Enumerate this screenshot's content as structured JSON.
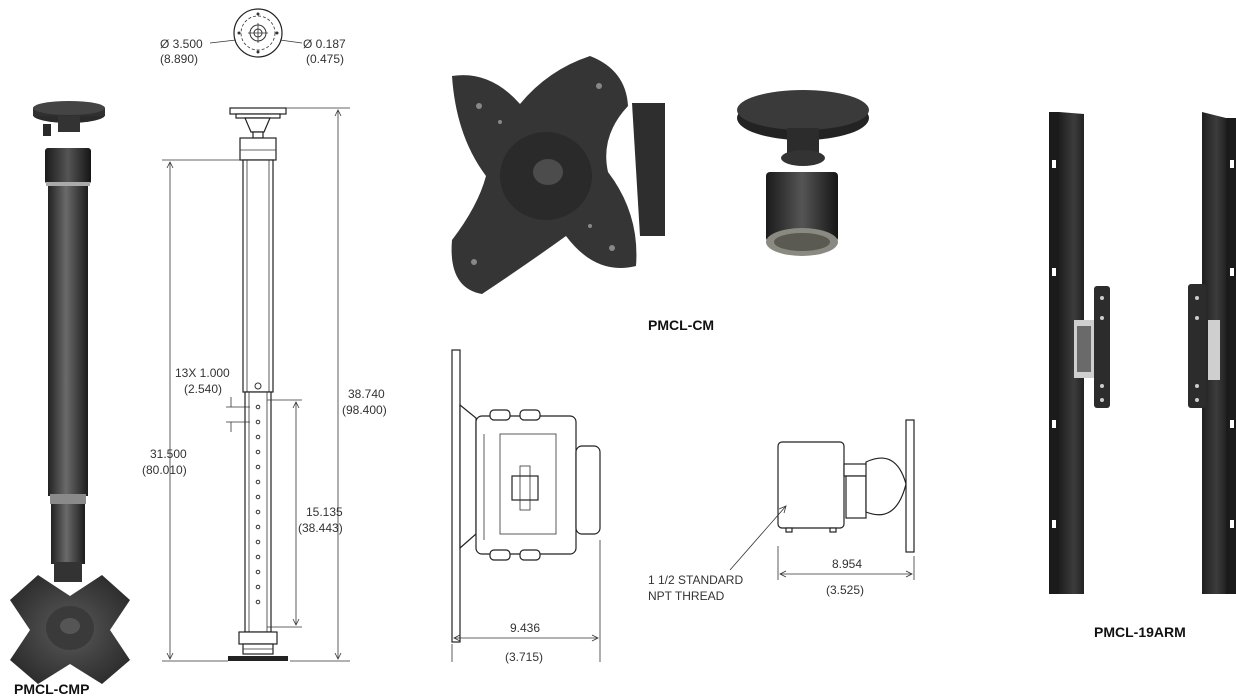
{
  "dimensions": {
    "plate_dia": "Ø 3.500",
    "plate_dia_mm": "(8.890)",
    "hole_dia": "Ø 0.187",
    "hole_dia_mm": "(0.475)",
    "hole_pitch": "13X 1.000",
    "hole_pitch_mm": "(2.540)",
    "total_height": "38.740",
    "total_height_mm": "(98.400)",
    "tube_height": "31.500",
    "tube_height_mm": "(80.010)",
    "adjust_range": "15.135",
    "adjust_range_mm": "(38.443)",
    "cm_width": "9.436",
    "cm_width_mm": "(3.715)",
    "thread_line1": "1 1/2 STANDARD",
    "thread_line2": "NPT THREAD",
    "mount_width": "8.954",
    "mount_width_mm": "(3.525)"
  },
  "captions": {
    "cmp": "PMCL-CMP",
    "cm": "PMCL-CM",
    "arm": "PMCL-19ARM"
  },
  "colors": {
    "product_dark": "#2a2a2a",
    "product_mid": "#4a4a4a",
    "line": "#333333"
  }
}
